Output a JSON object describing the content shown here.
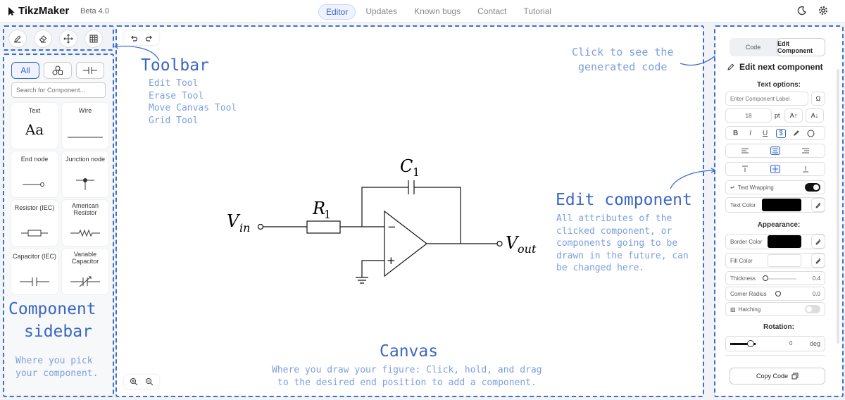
{
  "app": {
    "name": "TikzMaker",
    "version": "Beta 4.0"
  },
  "nav": [
    "Editor",
    "Updates",
    "Known bugs",
    "Contact",
    "Tutorial"
  ],
  "sidebar": {
    "filters": [
      "All"
    ],
    "search_placeholder": "Search for Component...",
    "components": [
      "Text",
      "Wire",
      "End node",
      "Junction node",
      "Resistor (IEC)",
      "American Resistor",
      "Capacitor (IEC)",
      "Variable Capacitor"
    ],
    "text_preview": "Aa"
  },
  "annotations": {
    "toolbar_title": "Toolbar",
    "toolbar_items": [
      "Edit Tool",
      "Erase Tool",
      "Move Canvas Tool",
      "Grid Tool"
    ],
    "sidebar_title_1": "Component",
    "sidebar_title_2": "sidebar",
    "sidebar_desc_1": "Where you pick",
    "sidebar_desc_2": "your component.",
    "canvas_title": "Canvas",
    "canvas_desc_1": "Where you draw your figure: Click, hold, and drag",
    "canvas_desc_2": "to the desired end position to add a component.",
    "code_hint_1": "Click to see the",
    "code_hint_2": "generated code",
    "edit_title": "Edit component",
    "edit_desc": [
      "All attributes of the",
      "clicked component, or",
      "components going to be",
      "drawn in the future, can",
      "be changed here."
    ]
  },
  "circuit": {
    "vin": "V",
    "vin_sub": "in",
    "r": "R",
    "r_sub": "1",
    "c": "C",
    "c_sub": "1",
    "vout": "V",
    "vout_sub": "out",
    "minus": "−",
    "plus": "+"
  },
  "right_panel": {
    "tab_code": "Code",
    "tab_edit": "Edit Component",
    "title": "Edit next component",
    "text_options": "Text options:",
    "label_placeholder": "Enter Component Label",
    "font_size": "18",
    "font_unit": "pt",
    "text_wrapping": "Text Wrapping",
    "text_color": "Text Color",
    "appearance": "Appearance:",
    "border_color": "Border Color",
    "fill_color": "Fill Color",
    "thickness": "Thickness",
    "thickness_value": "0.4",
    "corner_radius": "Corner Radius",
    "corner_value": "0.0",
    "hatching": "Hatching",
    "rotation": "Rotation:",
    "rotation_value": "0",
    "rotation_unit": "deg",
    "copy_code": "Copy Code",
    "format_buttons": [
      "B",
      "I",
      "U",
      "$"
    ],
    "font_up": "A↑",
    "font_down": "A↓",
    "omega": "Ω"
  },
  "colors": {
    "accent": "#3a66c4",
    "annotation": "#3a6fd0"
  }
}
